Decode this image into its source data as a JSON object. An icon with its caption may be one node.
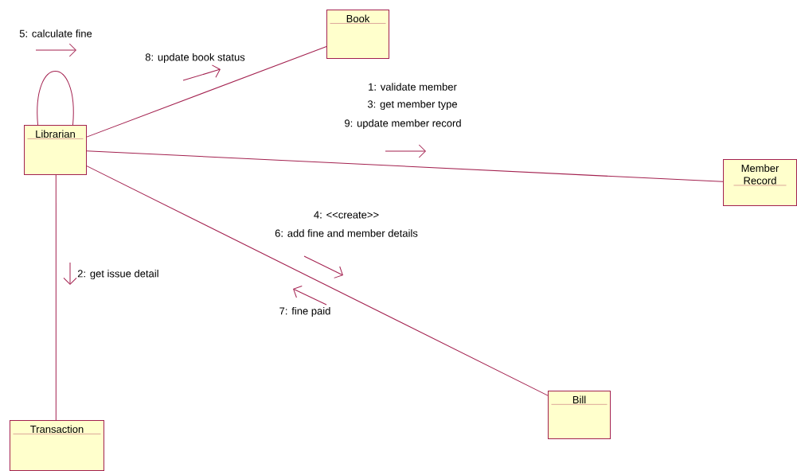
{
  "diagram": {
    "nodes": [
      {
        "text": [
          "Book"
        ]
      },
      {
        "text": [
          "Librarian"
        ]
      },
      {
        "text": [
          "Member Record"
        ]
      },
      {
        "text": [
          "Bill"
        ]
      },
      {
        "text": [
          "Transaction"
        ]
      }
    ],
    "edges": [
      {
        "from": 1,
        "to": 1,
        "arrow": "none"
      },
      {
        "from": 1,
        "to": 0,
        "arrow": "none"
      },
      {
        "from": 1,
        "to": 2,
        "arrow": "none"
      },
      {
        "from": 1,
        "to": 3,
        "arrow": "none"
      },
      {
        "from": 1,
        "to": 4,
        "arrow": "none"
      }
    ],
    "labels": [
      "5: calculate fine",
      "8: update book status",
      "1: validate member",
      "3: get member type",
      "9: update member record",
      "4: <<create>>",
      "6: add fine and member details",
      "2: get issue detail",
      "7: fine paid"
    ]
  }
}
